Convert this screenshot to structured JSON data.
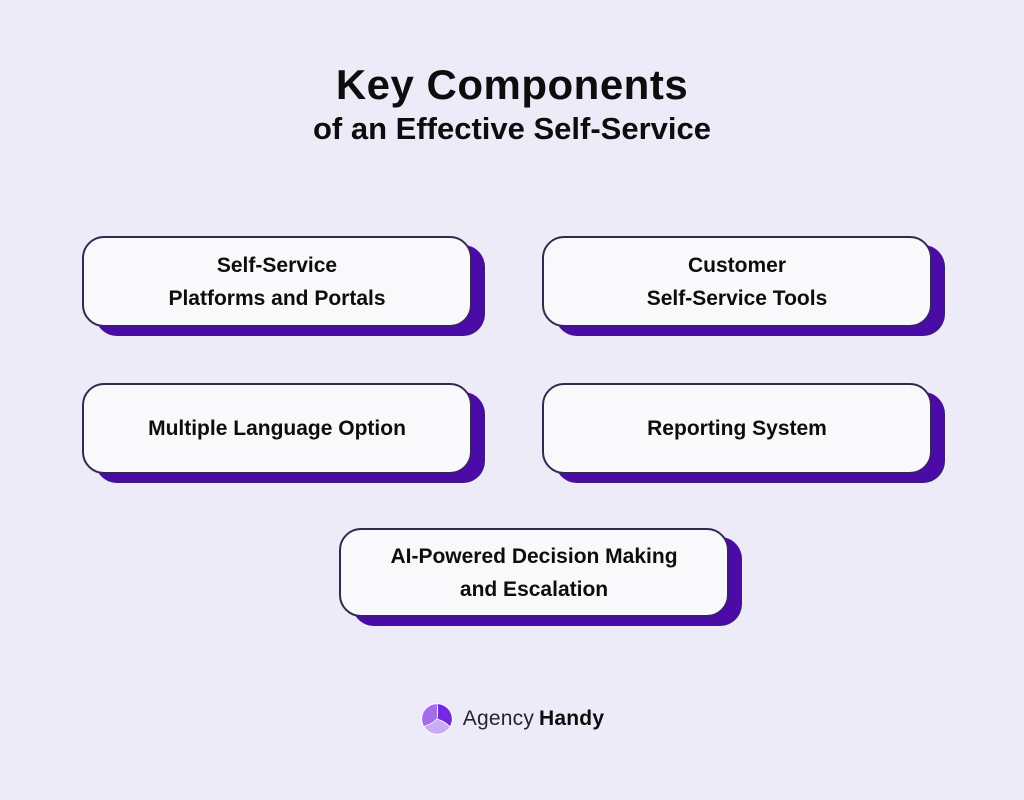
{
  "title": {
    "line1": "Key Components",
    "line2": "of an Effective Self-Service"
  },
  "cards": [
    {
      "id": "self-service-platforms-portals",
      "text": "Self-Service\nPlatforms and Portals"
    },
    {
      "id": "customer-self-service-tools",
      "text": "Customer\nSelf-Service Tools"
    },
    {
      "id": "multiple-language-option",
      "text": "Multiple Language Option"
    },
    {
      "id": "reporting-system",
      "text": "Reporting System"
    },
    {
      "id": "ai-powered-decision-escalation",
      "text": "AI-Powered Decision Making\nand Escalation"
    }
  ],
  "logo": {
    "icon": "agency-handy-triskelion-icon",
    "name_regular": "Agency",
    "name_bold": "Handy"
  },
  "colors": {
    "background": "#EDEBF8",
    "card_fill": "#F9F9FB",
    "card_border": "#332850",
    "shadow": "#4A0BA6",
    "text": "#0D0D0D",
    "logo_dark": "#7527E3",
    "logo_medium": "#A26CEA",
    "logo_light": "#C9ADF4",
    "logo_text": "#26242C"
  }
}
